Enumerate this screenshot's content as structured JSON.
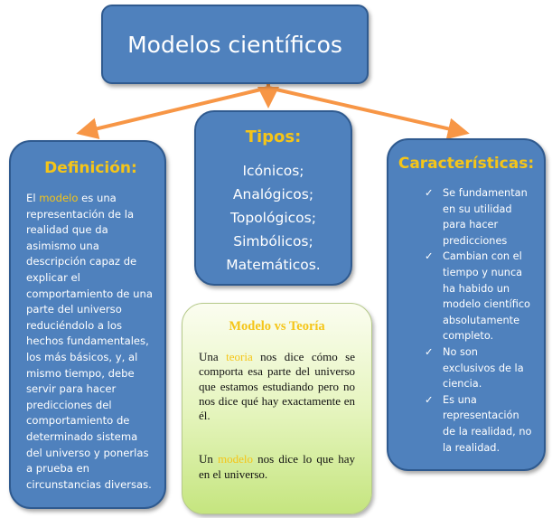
{
  "title": "Modelos científicos",
  "definicion": {
    "heading": "Definición:",
    "text_prefix": "El ",
    "highlight": "modelo",
    "text_rest": " es una representación de la realidad que da asimismo una descripción capaz de explicar el comportamiento de una parte del universo reduciéndolo a los hechos fundamentales, los más básicos, y, al mismo tiempo, debe servir para hacer predicciones del comportamiento de determinado sistema del universo y ponerlas a prueba en circunstancias diversas."
  },
  "tipos": {
    "heading": "Tipos:",
    "items": [
      "Icónicos;",
      "Analógicos;",
      "Topológicos;",
      "Simbólicos;",
      "Matemáticos."
    ]
  },
  "caracteristicas": {
    "heading": "Características:",
    "check": "✓",
    "items": [
      "Se fundamentan en su utilidad para hacer predicciones",
      "Cambian con el tiempo y nunca ha habido un modelo científico absolutamente completo.",
      "No son exclusivos de la ciencia.",
      "Es una representación de la realidad, no la realidad."
    ]
  },
  "modelo_vs_teoria": {
    "heading": "Modelo vs Teoría",
    "p1_prefix": "Una ",
    "p1_highlight": "teoria",
    "p1_rest": " nos dice cómo se comporta esa parte del universo que estamos estudiando pero no nos dice qué hay exactamente en él.",
    "p2_prefix": "Un ",
    "p2_highlight": "modelo",
    "p2_rest": " nos dice lo que hay en el universo."
  },
  "colors": {
    "box_blue": "#4f81bd",
    "heading_yellow": "#f5c518",
    "arrow_orange": "#f79646"
  }
}
